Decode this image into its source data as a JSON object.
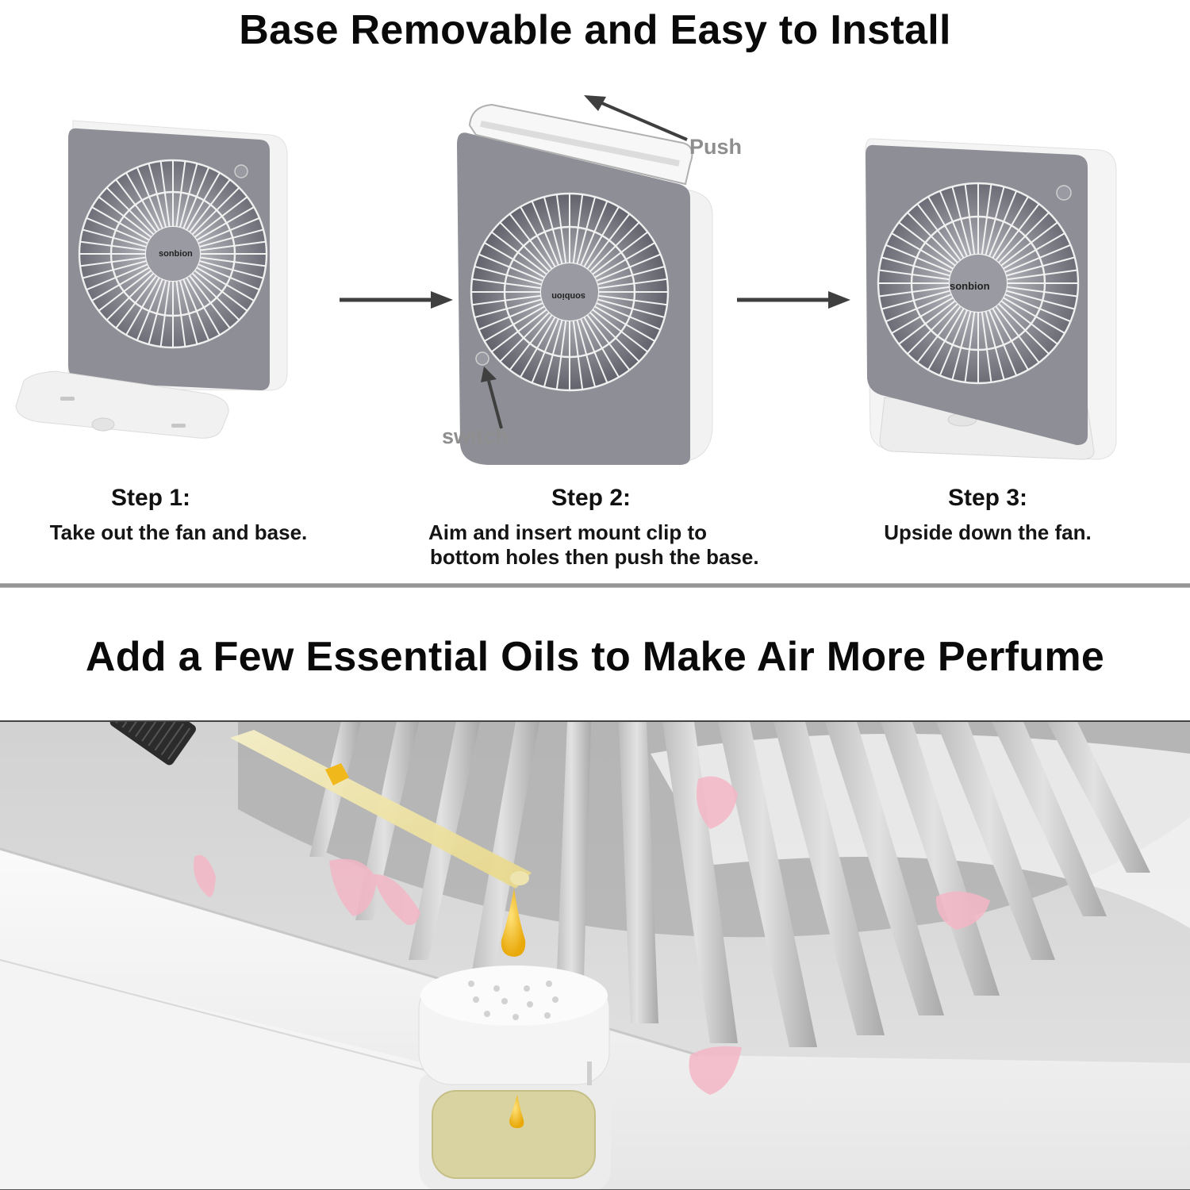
{
  "section_install": {
    "title": "Base Removable and Easy to Install",
    "callouts": {
      "push": "Push",
      "switch": "switch"
    },
    "brand_label": "sonbion",
    "steps": [
      {
        "title": "Step 1:",
        "description": "Take out the fan and base."
      },
      {
        "title": "Step 2:",
        "description_line1": "Aim and insert mount clip to",
        "description_line2": "bottom holes then push the base."
      },
      {
        "title": "Step 3:",
        "description": "Upside down the fan."
      }
    ]
  },
  "section_oils": {
    "title": "Add a Few Essential Oils to Make Air More Perfume"
  },
  "colors": {
    "fan_face": "#8c8c95",
    "fan_body": "#f4f4f4",
    "grille": "#eeeeee",
    "arrow": "#3f3f3f",
    "callout_text": "#8e8e8e",
    "divider": "#959595",
    "oil": "#f0b81a",
    "petal": "#f3b6c6",
    "sponge": "#d8d3a0"
  }
}
